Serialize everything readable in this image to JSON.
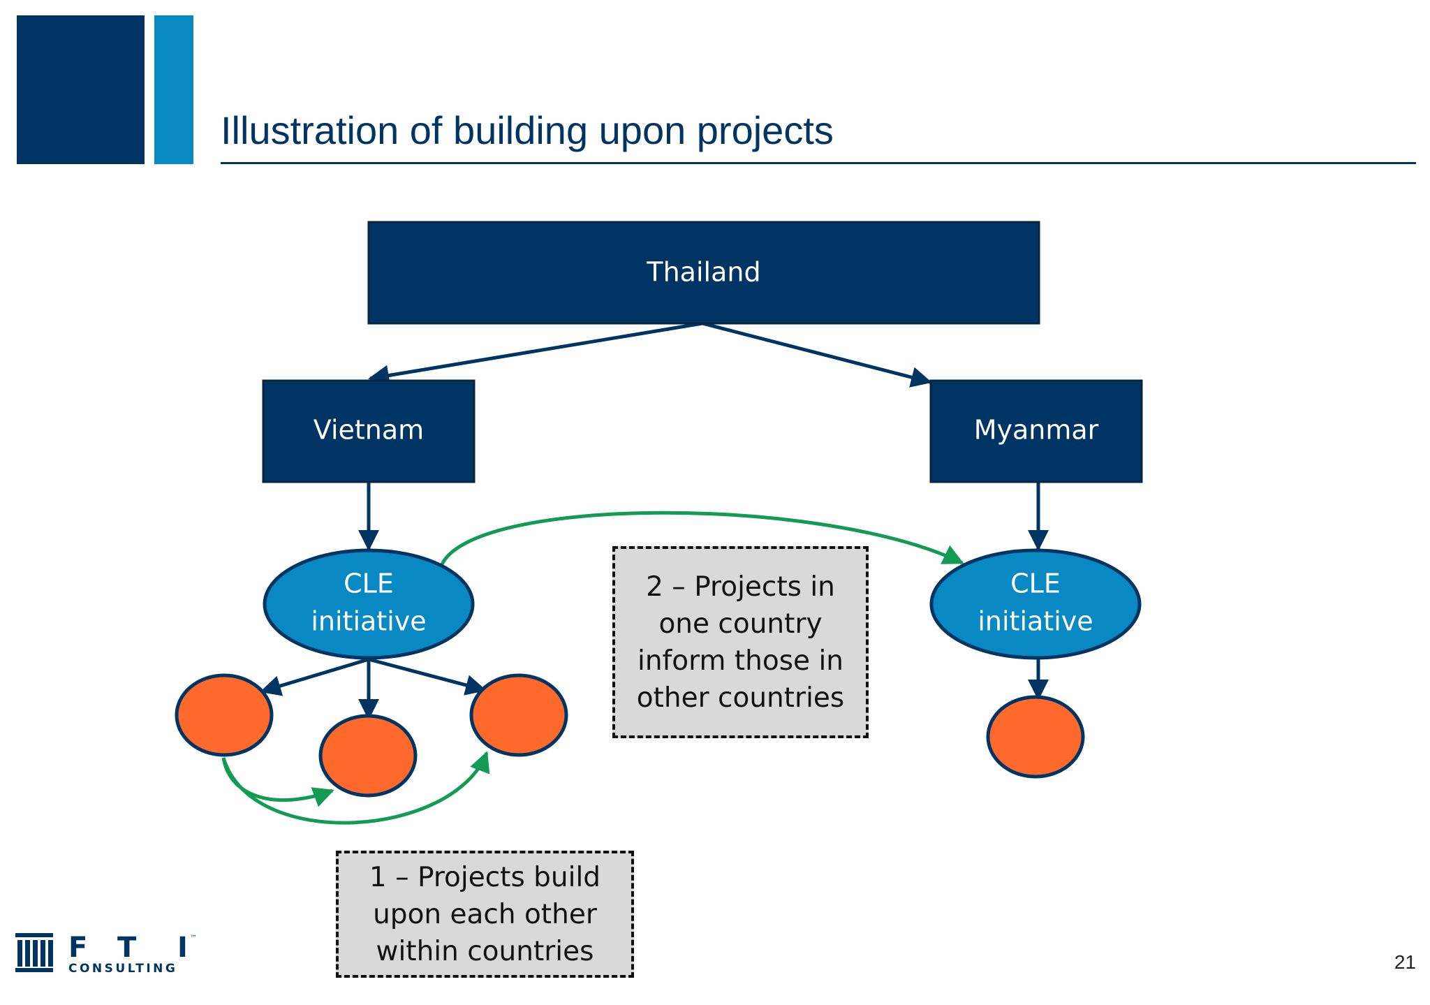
{
  "slide": {
    "title": "Illustration of building upon projects",
    "page_number": "21"
  },
  "diagram": {
    "root": {
      "label": "Thailand"
    },
    "countries": [
      {
        "label": "Vietnam",
        "initiative": [
          "CLE",
          "initiative"
        ],
        "project_count": 3
      },
      {
        "label": "Myanmar",
        "initiative": [
          "CLE",
          "initiative"
        ],
        "project_count": 1
      }
    ],
    "notes": [
      {
        "lines": [
          "2 – Projects in",
          "one country",
          "inform those in",
          "other countries"
        ]
      },
      {
        "lines": [
          "1 – Projects build",
          "upon each other",
          "within countries"
        ]
      }
    ]
  },
  "logo": {
    "letters": [
      "F",
      "T",
      "I"
    ],
    "sub": "CONSULTING",
    "tm": "™"
  },
  "colors": {
    "navy": "#003462",
    "blue": "#0989c4",
    "orange": "#ff6a2c",
    "green": "#139a53",
    "note_fill": "#d9d9d9"
  }
}
